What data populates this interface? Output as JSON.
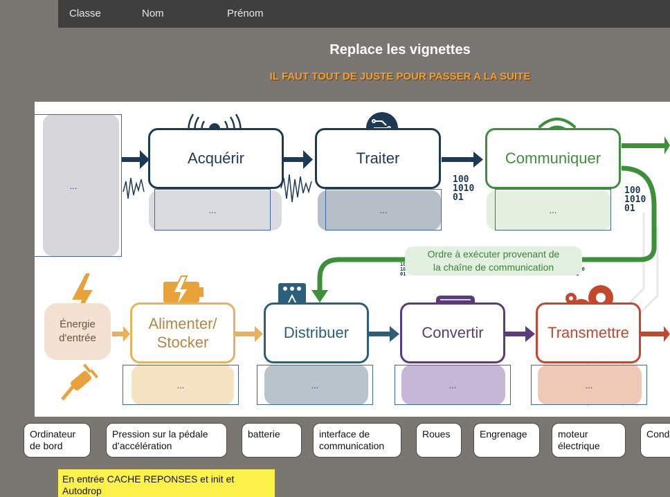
{
  "header": {
    "classe": "Classe",
    "nom": "Nom",
    "prenom": "Prénom"
  },
  "title": "Replace les vignettes",
  "subtitle": "IL FAUT TOUT DE JUSTE POUR PASSER A LA SUITE",
  "stages": {
    "acquerir": "Acquérir",
    "traiter": "Traiter",
    "communiquer": "Communiquer",
    "alimenter": "Alimenter/\nStocker",
    "distribuer": "Distribuer",
    "convertir": "Convertir",
    "transmettre": "Transmettre"
  },
  "energy_label": "Énergie\nd'entrée",
  "order_note": "Ordre à exécuter provenant de\nla chaîne de communication",
  "binary": "100\n1010\n01",
  "binary_small": "100\n1010\n01",
  "dropzones": {
    "source": "...",
    "acquerir": "...",
    "traiter": "...",
    "communiquer": "...",
    "alimenter": "...",
    "distribuer": "...",
    "convertir": "...",
    "transmettre": "..."
  },
  "chips": [
    "Ordinateur\nde bord",
    "Pression sur la pédale\n d’accélération",
    "batterie",
    "interface de\ncommunication",
    "Roues",
    "Engrenage",
    "moteur\n électrique",
    "Cond"
  ],
  "note_yellow": "En entrée CACHE REPONSES et init et Autodrop",
  "colors": {
    "information": "#1d3a55",
    "communication": "#3e8f3a",
    "energy": "#e8b25c",
    "distribution": "#2c5f7a",
    "conversion": "#5b3b7a",
    "transmission": "#c4472d",
    "title": "#ffffff",
    "subtitle": "#f0a038"
  }
}
